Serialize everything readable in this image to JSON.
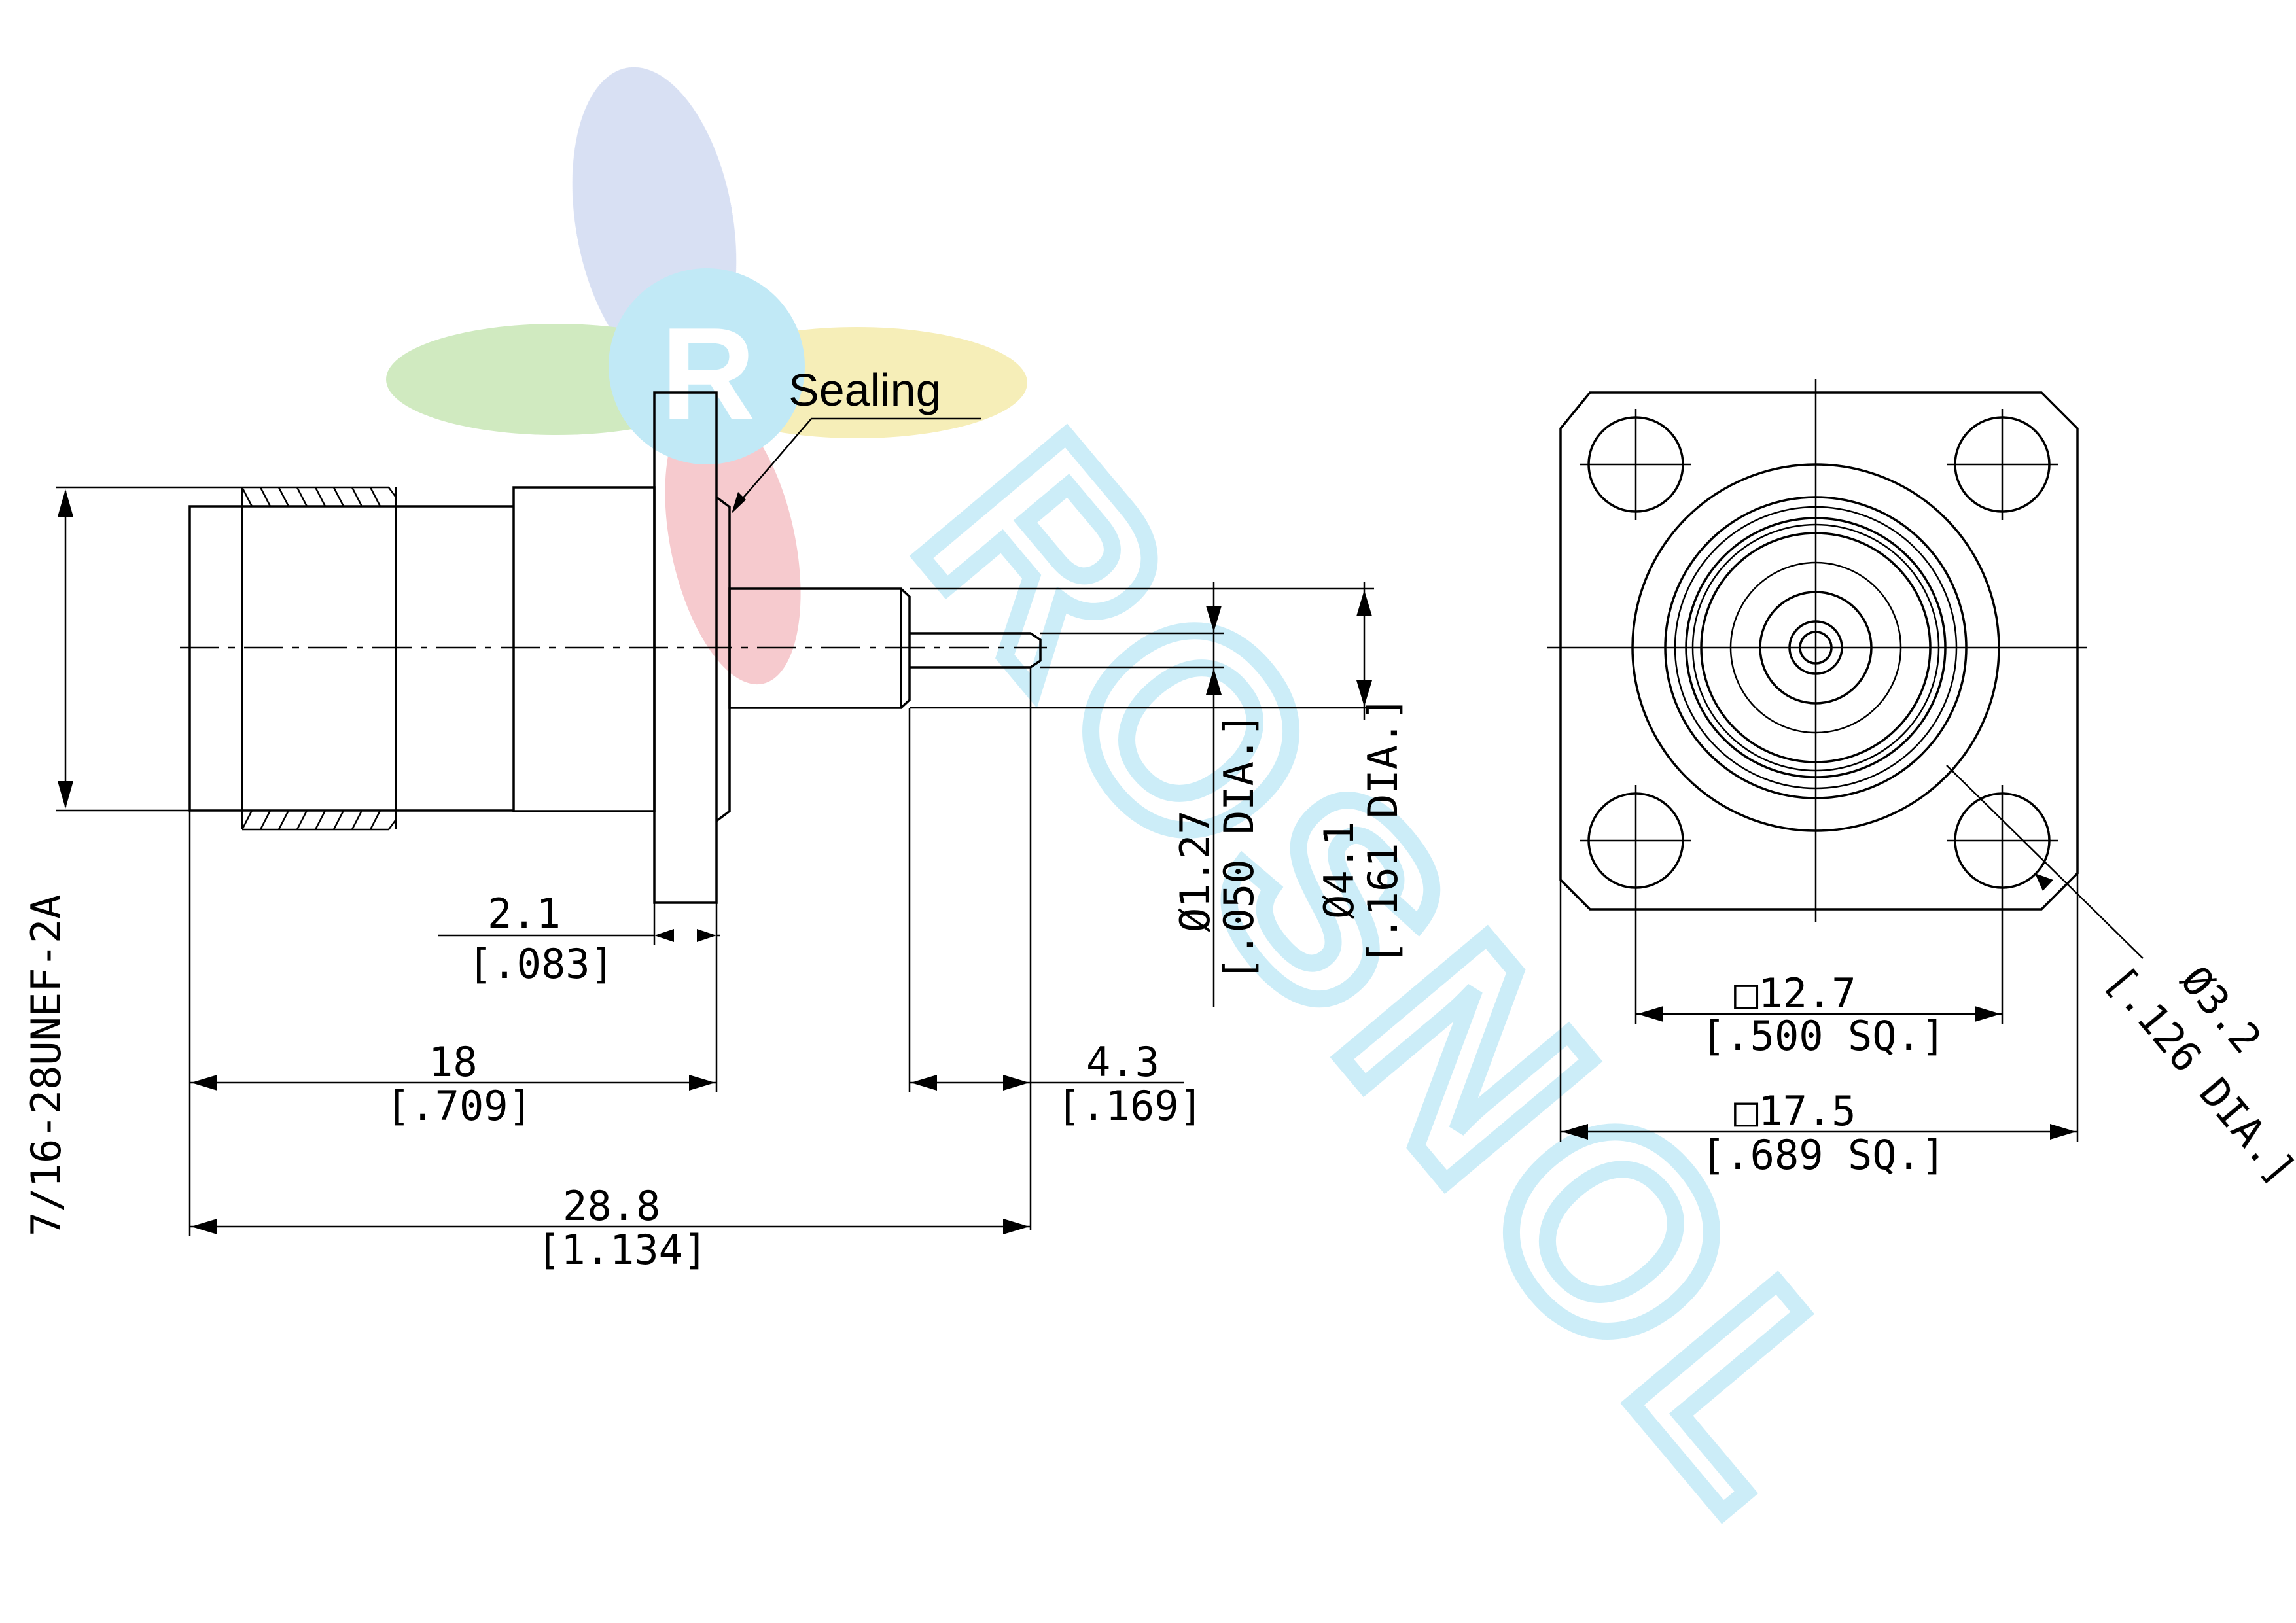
{
  "callouts": {
    "sealing": "Sealing",
    "thread": "7/16-28UNEF-2A"
  },
  "dimensions": {
    "flange_thickness": {
      "mm": "2.1",
      "inch": "[.083]"
    },
    "body_to_flange": {
      "mm": "18",
      "inch": "[.709]"
    },
    "pin_extension": {
      "mm": "4.3",
      "inch": "[.169]"
    },
    "overall_length": {
      "mm": "28.8",
      "inch": "[1.134]"
    },
    "pin_diameter": {
      "mm": "Ø1.27",
      "inch": "[.050 DIA.]"
    },
    "dielectric_diameter": {
      "mm": "Ø4.1",
      "inch": "[.161 DIA.]"
    },
    "hole_spacing": {
      "mm": "□12.7",
      "inch": "[.500 SQ.]"
    },
    "flange_size": {
      "mm": "□17.5",
      "inch": "[.689 SQ.]"
    },
    "hole_diameter": {
      "mm": "Ø3.2",
      "inch": "[.126 DIA.]"
    }
  },
  "watermark": {
    "logo_letter": "R",
    "text": "ROSNOL",
    "colors": [
      "#a8b8e0",
      "#9bd07a",
      "#e8d870",
      "#e89aa0",
      "#7fd3ea"
    ]
  }
}
